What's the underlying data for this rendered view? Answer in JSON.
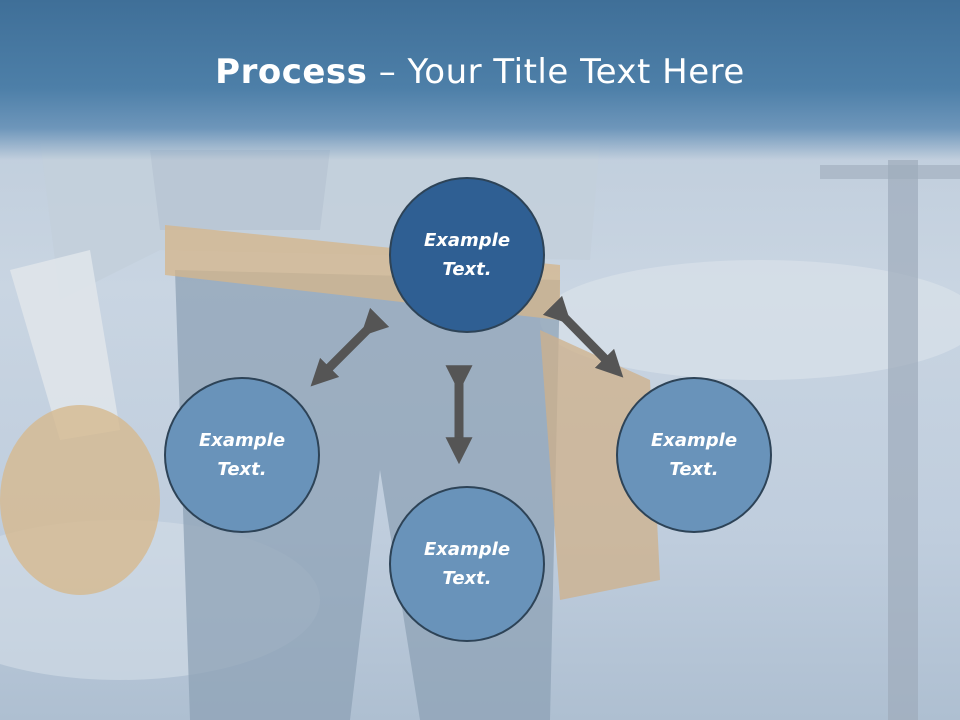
{
  "slide": {
    "title_bold": "Process",
    "title_sep": " – ",
    "title_rest": "Your Title Text Here"
  },
  "nodes": {
    "top": "Example Text.",
    "left": "Example Text.",
    "bottom": "Example Text.",
    "right": "Example Text."
  },
  "colors": {
    "title_bar": "#4a7ba5",
    "center_node": "#2f5f93",
    "outer_node": "#6993ba",
    "arrow": "#555555"
  }
}
